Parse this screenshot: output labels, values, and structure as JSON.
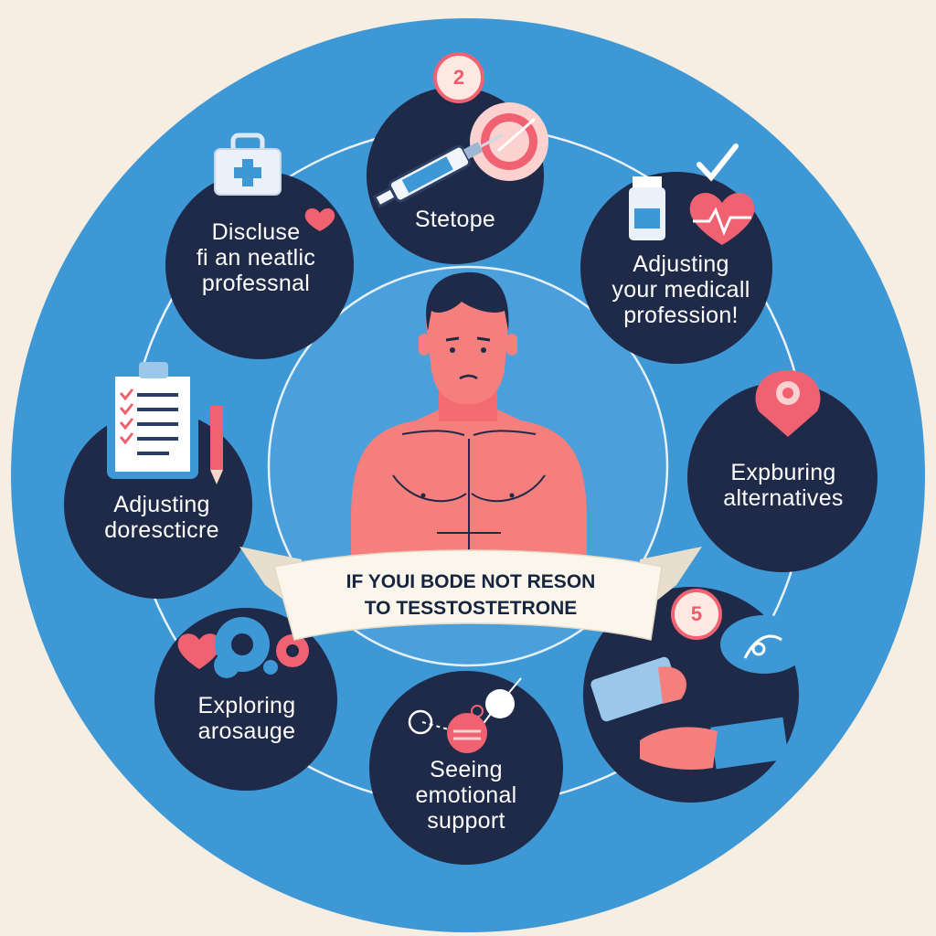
{
  "title": {
    "line1": "IF YOUI BODE NOT RESON",
    "line2": "TO TESSTOSTETRONE"
  },
  "nodes": [
    {
      "id": "top",
      "lines": [
        "Stetope"
      ],
      "icon": "syringe-icon",
      "badge": "2"
    },
    {
      "id": "upper-left",
      "lines": [
        "Disclusе",
        "fi an neatlic",
        "professnal"
      ],
      "icon": "medical-bag-icon"
    },
    {
      "id": "upper-right",
      "lines": [
        "Adjusting",
        "your medicall",
        "profession!"
      ],
      "icon": "heart-pill-icon"
    },
    {
      "id": "left",
      "lines": [
        "Adjusting",
        "dorescticre"
      ],
      "icon": "clipboard-checklist-icon"
    },
    {
      "id": "right",
      "lines": [
        "Expburing",
        "alternatives"
      ],
      "icon": "location-pin-icon"
    },
    {
      "id": "lower-left",
      "lines": [
        "Exploring",
        "arosauge"
      ],
      "icon": "gears-people-icon"
    },
    {
      "id": "bottom",
      "lines": [
        "Seeing",
        "emotional",
        "support"
      ],
      "icon": "network-nodes-icon"
    },
    {
      "id": "lower-right",
      "lines": [],
      "icon": "handshake-icon",
      "badge": "5"
    }
  ],
  "colors": {
    "background": "#f6eee2",
    "ring": "#3e98d6",
    "node": "#1e2a48",
    "accent": "#f06272",
    "skin": "#f57f7d",
    "banner": "#fbf6ec"
  }
}
